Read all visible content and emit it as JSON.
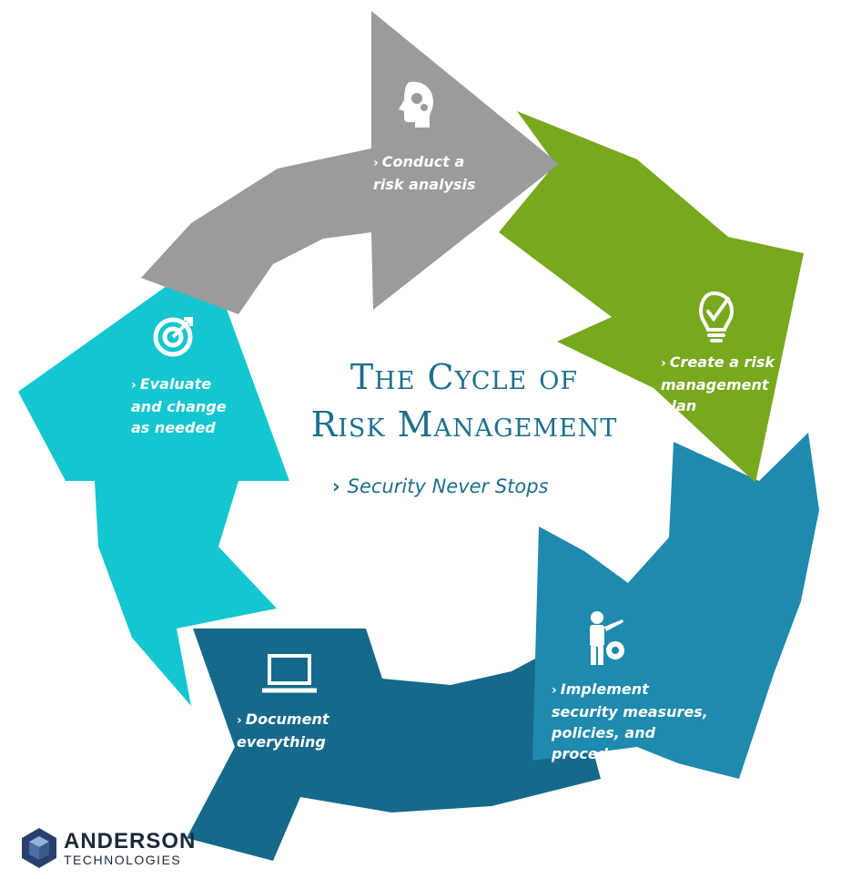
{
  "title": {
    "line1": "The Cycle of",
    "line2": "Risk Management"
  },
  "subtitle": "Security Never Stops",
  "chevron": "›",
  "steps": [
    {
      "label": "Conduct a\nrisk analysis",
      "color": "#999b9c",
      "icon": "head-gears-icon"
    },
    {
      "label": "Create a risk\nmanagement\nplan",
      "color": "#77a81e",
      "icon": "lightbulb-check-icon"
    },
    {
      "label": "Implement\nsecurity measures,\npolicies, and\nprocedures",
      "color": "#1e8aae",
      "icon": "presenter-gear-icon"
    },
    {
      "label": "Document\neverything",
      "color": "#15698a",
      "icon": "laptop-icon"
    },
    {
      "label": "Evaluate\nand change\nas needed",
      "color": "#14c6d0",
      "icon": "target-arrow-icon"
    }
  ],
  "logo": {
    "name": "ANDERSON",
    "sub": "TECHNOLOGIES",
    "icon": "cube-hexagon-icon"
  }
}
